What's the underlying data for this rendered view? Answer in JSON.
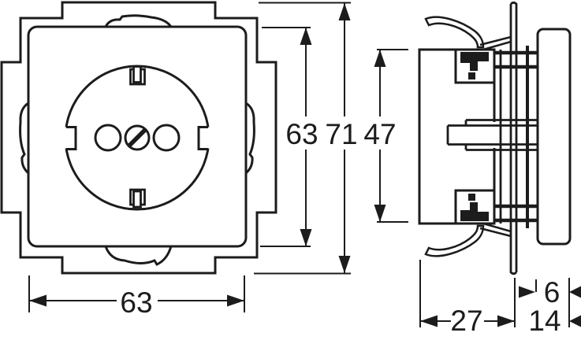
{
  "dimensions": {
    "cover_height": "63",
    "frame_height": "71",
    "insert_height": "47",
    "cover_width": "63",
    "insert_depth": "27",
    "cover_offset": "6",
    "mounting_depth": "14"
  }
}
